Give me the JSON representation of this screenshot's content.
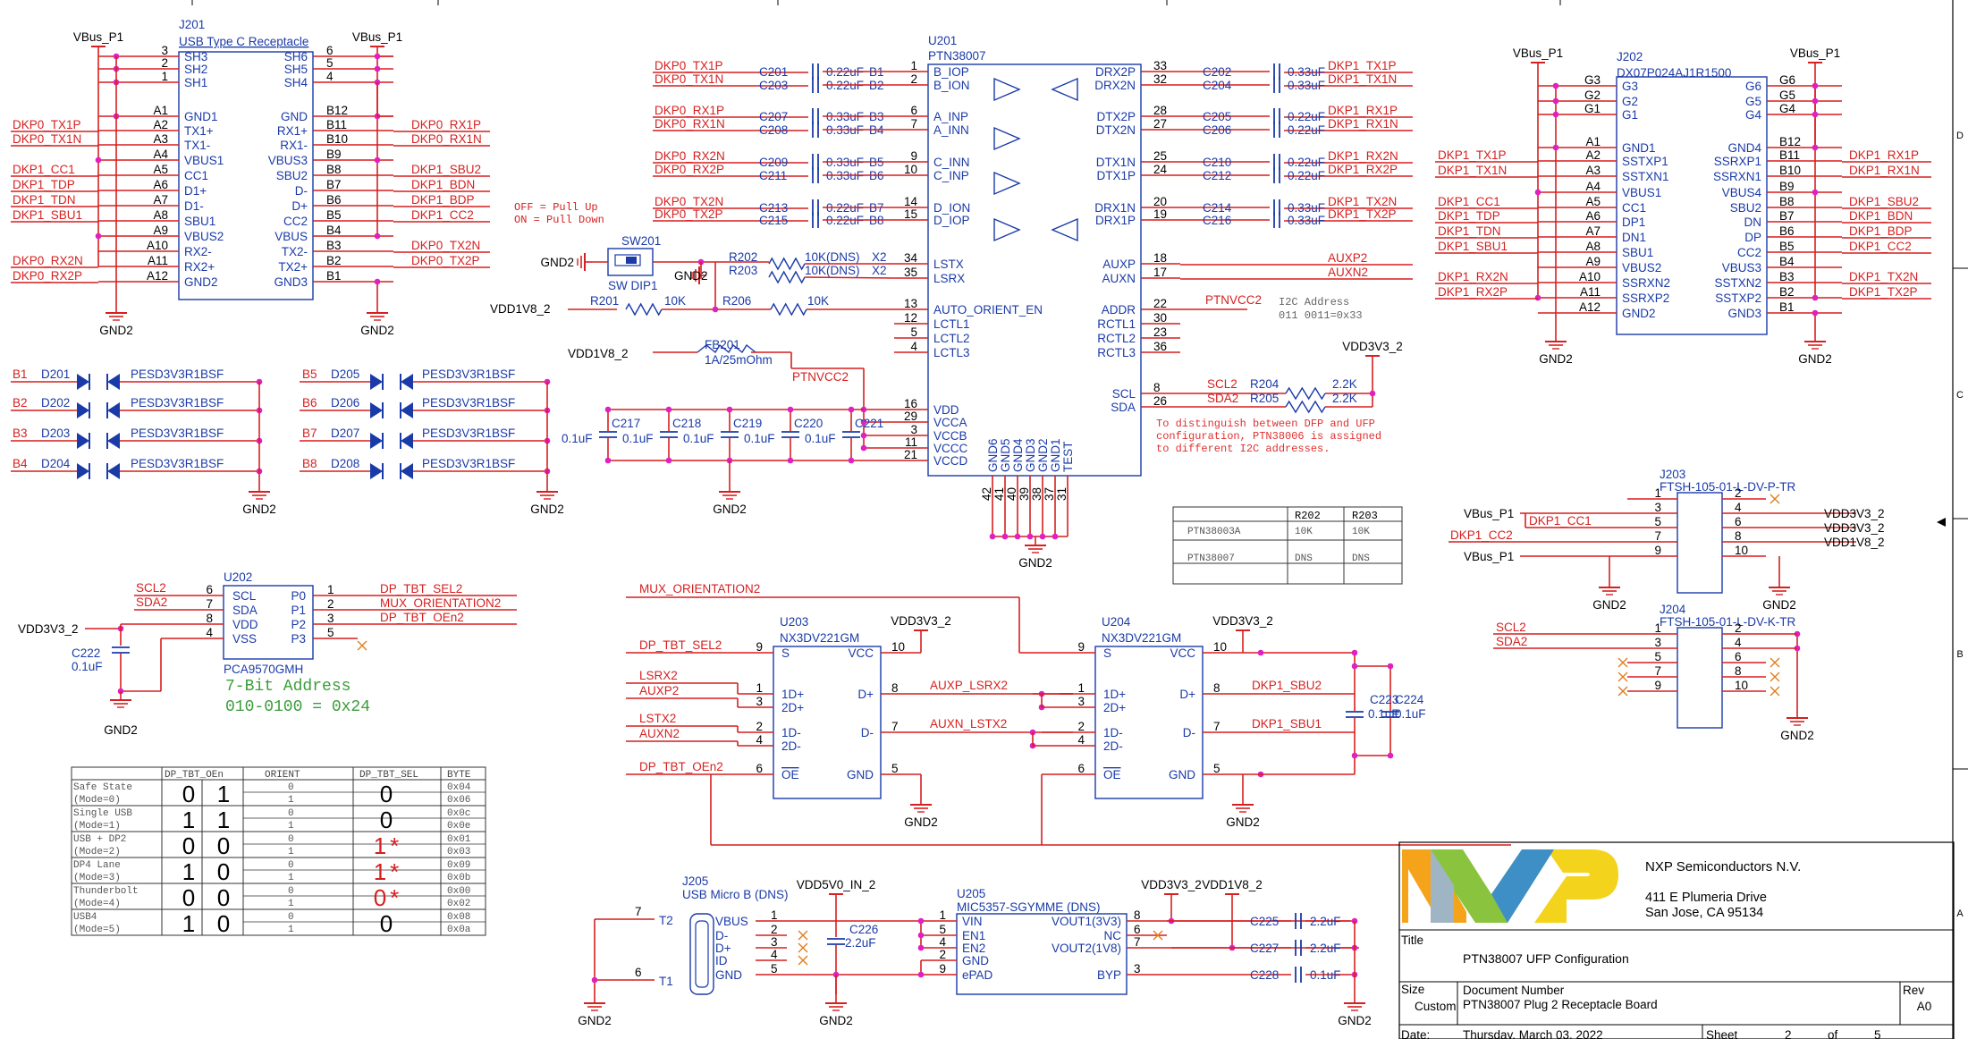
{
  "title_block": {
    "company": "NXP Semiconductors N.V.",
    "address1": "411 E Plumeria Drive",
    "address2": "San Jose, CA 95134",
    "title_label": "Title",
    "title": "PTN38007 UFP Configuration",
    "size_label": "Size",
    "size": "Custom",
    "docnum_label": "Document Number",
    "docnum": "PTN38007 Plug 2 Receptacle Board",
    "rev_label": "Rev",
    "rev": "A0",
    "date_label": "Date:",
    "date": "Thursday, March 03, 2022",
    "sheet_label": "Sheet",
    "sheet": "2",
    "of_label": "of",
    "sheets": "5"
  },
  "border_letters": [
    "D",
    "C",
    "B",
    "A"
  ],
  "j201": {
    "ref": "J201",
    "name": "USB Type C Receptacle",
    "left_pins": [
      {
        "num": "3",
        "name": "SH3"
      },
      {
        "num": "2",
        "name": "SH2"
      },
      {
        "num": "1",
        "name": "SH1"
      },
      {
        "num": "A1",
        "name": "GND1"
      },
      {
        "num": "A2",
        "name": "TX1+"
      },
      {
        "num": "A3",
        "name": "TX1-"
      },
      {
        "num": "A4",
        "name": "VBUS1"
      },
      {
        "num": "A5",
        "name": "CC1"
      },
      {
        "num": "A6",
        "name": "D1+"
      },
      {
        "num": "A7",
        "name": "D1-"
      },
      {
        "num": "A8",
        "name": "SBU1"
      },
      {
        "num": "A9",
        "name": "VBUS2"
      },
      {
        "num": "A10",
        "name": "RX2-"
      },
      {
        "num": "A11",
        "name": "RX2+"
      },
      {
        "num": "A12",
        "name": "GND2"
      }
    ],
    "right_pins": [
      {
        "num": "6",
        "name": "SH6"
      },
      {
        "num": "5",
        "name": "SH5"
      },
      {
        "num": "4",
        "name": "SH4"
      },
      {
        "num": "B12",
        "name": "GND"
      },
      {
        "num": "B11",
        "name": "RX1+"
      },
      {
        "num": "B10",
        "name": "RX1-"
      },
      {
        "num": "B9",
        "name": "VBUS3"
      },
      {
        "num": "B8",
        "name": "SBU2"
      },
      {
        "num": "B7",
        "name": "D-"
      },
      {
        "num": "B6",
        "name": "D+"
      },
      {
        "num": "B5",
        "name": "CC2"
      },
      {
        "num": "B4",
        "name": "VBUS"
      },
      {
        "num": "B3",
        "name": "TX2-"
      },
      {
        "num": "B2",
        "name": "TX2+"
      },
      {
        "num": "B1",
        "name": "GND3"
      }
    ],
    "left_nets": [
      "DKP0_TX1P",
      "DKP0_TX1N",
      "DKP1_CC1",
      "DKP1_TDP",
      "DKP1_TDN",
      "DKP1_SBU1",
      "DKP0_RX2N",
      "DKP0_RX2P"
    ],
    "right_nets": [
      "DKP0_RX1P",
      "DKP0_RX1N",
      "DKP1_SBU2",
      "DKP1_BDN",
      "DKP1_BDP",
      "DKP1_CC2",
      "DKP0_TX2N",
      "DKP0_TX2P"
    ],
    "vbus_left": "VBus_P1",
    "vbus_right": "VBus_P1",
    "gnd": "GND2"
  },
  "j202": {
    "ref": "J202",
    "name": "DX07P024AJ1R1500",
    "left_pins": [
      {
        "num": "G3",
        "name": "G3"
      },
      {
        "num": "G2",
        "name": "G2"
      },
      {
        "num": "G1",
        "name": "G1"
      },
      {
        "num": "A1",
        "name": "GND1"
      },
      {
        "num": "A2",
        "name": "SSTXP1"
      },
      {
        "num": "A3",
        "name": "SSTXN1"
      },
      {
        "num": "A4",
        "name": "VBUS1"
      },
      {
        "num": "A5",
        "name": "CC1"
      },
      {
        "num": "A6",
        "name": "DP1"
      },
      {
        "num": "A7",
        "name": "DN1"
      },
      {
        "num": "A8",
        "name": "SBU1"
      },
      {
        "num": "A9",
        "name": "VBUS2"
      },
      {
        "num": "A10",
        "name": "SSRXN2"
      },
      {
        "num": "A11",
        "name": "SSRXP2"
      },
      {
        "num": "A12",
        "name": "GND2"
      }
    ],
    "right_pins": [
      {
        "num": "G6",
        "name": "G6"
      },
      {
        "num": "G5",
        "name": "G5"
      },
      {
        "num": "G4",
        "name": "G4"
      },
      {
        "num": "B12",
        "name": "GND4"
      },
      {
        "num": "B11",
        "name": "SSRXP1"
      },
      {
        "num": "B10",
        "name": "SSRXN1"
      },
      {
        "num": "B9",
        "name": "VBUS4"
      },
      {
        "num": "B8",
        "name": "SBU2"
      },
      {
        "num": "B7",
        "name": "DN"
      },
      {
        "num": "B6",
        "name": "DP"
      },
      {
        "num": "B5",
        "name": "CC2"
      },
      {
        "num": "B4",
        "name": "VBUS3"
      },
      {
        "num": "B3",
        "name": "SSTXN2"
      },
      {
        "num": "B2",
        "name": "SSTXP2"
      },
      {
        "num": "B1",
        "name": "GND3"
      }
    ],
    "left_nets": [
      "DKP1_TX1P",
      "DKP1_TX1N",
      "DKP1_CC1",
      "DKP1_TDP",
      "DKP1_TDN",
      "DKP1_SBU1",
      "DKP1_RX2N",
      "DKP1_RX2P"
    ],
    "right_nets": [
      "DKP1_RX1P",
      "DKP1_RX1N",
      "DKP1_SBU2",
      "DKP1_BDN",
      "DKP1_BDP",
      "DKP1_CC2",
      "DKP1_TX2N",
      "DKP1_TX2P"
    ],
    "vbus_left": "VBus_P1",
    "vbus_right": "VBus_P1",
    "gnd": "GND2"
  },
  "u201": {
    "ref": "U201",
    "name": "PTN38007",
    "left_pins": [
      {
        "num": "1",
        "name": "B_IOP"
      },
      {
        "num": "2",
        "name": "B_ION"
      },
      {
        "num": "6",
        "name": "A_INP"
      },
      {
        "num": "7",
        "name": "A_INN"
      },
      {
        "num": "9",
        "name": "C_INN"
      },
      {
        "num": "10",
        "name": "C_INP"
      },
      {
        "num": "14",
        "name": "D_ION"
      },
      {
        "num": "15",
        "name": "D_IOP"
      },
      {
        "num": "34",
        "name": "LSTX"
      },
      {
        "num": "35",
        "name": "LSRX"
      },
      {
        "num": "13",
        "name": "AUTO_ORIENT_EN"
      },
      {
        "num": "12",
        "name": "LCTL1"
      },
      {
        "num": "5",
        "name": "LCTL2"
      },
      {
        "num": "4",
        "name": "LCTL3"
      },
      {
        "num": "16",
        "name": "VDD"
      },
      {
        "num": "29",
        "name": "VCCA"
      },
      {
        "num": "3",
        "name": "VCCB"
      },
      {
        "num": "11",
        "name": "VCCC"
      },
      {
        "num": "21",
        "name": "VCCD"
      }
    ],
    "right_pins": [
      {
        "num": "33",
        "name": "DRX2P"
      },
      {
        "num": "32",
        "name": "DRX2N"
      },
      {
        "num": "28",
        "name": "DTX2P"
      },
      {
        "num": "27",
        "name": "DTX2N"
      },
      {
        "num": "25",
        "name": "DTX1N"
      },
      {
        "num": "24",
        "name": "DTX1P"
      },
      {
        "num": "20",
        "name": "DRX1N"
      },
      {
        "num": "19",
        "name": "DRX1P"
      },
      {
        "num": "18",
        "name": "AUXP"
      },
      {
        "num": "17",
        "name": "AUXN"
      },
      {
        "num": "22",
        "name": "ADDR"
      },
      {
        "num": "30",
        "name": "RCTL1"
      },
      {
        "num": "23",
        "name": "RCTL2"
      },
      {
        "num": "36",
        "name": "RCTL3"
      },
      {
        "num": "8",
        "name": "SCL"
      },
      {
        "num": "26",
        "name": "SDA"
      }
    ],
    "bottom_pins": [
      {
        "num": "42",
        "name": "GND6"
      },
      {
        "num": "41",
        "name": "GND5"
      },
      {
        "num": "40",
        "name": "GND4"
      },
      {
        "num": "39",
        "name": "GND3"
      },
      {
        "num": "38",
        "name": "GND2"
      },
      {
        "num": "37",
        "name": "GND1"
      },
      {
        "num": "31",
        "name": "TEST"
      }
    ],
    "left_caps": [
      {
        "net": "DKP0_TX1P",
        "ref": "C201",
        "val": "0.22uF",
        "pin": "B1"
      },
      {
        "net": "DKP0_TX1N",
        "ref": "C203",
        "val": "0.22uF",
        "pin": "B2"
      },
      {
        "net": "DKP0_RX1P",
        "ref": "C207",
        "val": "0.33uF",
        "pin": "B3"
      },
      {
        "net": "DKP0_RX1N",
        "ref": "C208",
        "val": "0.33uF",
        "pin": "B4"
      },
      {
        "net": "DKP0_RX2N",
        "ref": "C209",
        "val": "0.33uF",
        "pin": "B5"
      },
      {
        "net": "DKP0_RX2P",
        "ref": "C211",
        "val": "0.33uF",
        "pin": "B6"
      },
      {
        "net": "DKP0_TX2N",
        "ref": "C213",
        "val": "0.22uF",
        "pin": "B7"
      },
      {
        "net": "DKP0_TX2P",
        "ref": "C215",
        "val": "0.22uF",
        "pin": "B8"
      }
    ],
    "right_caps": [
      {
        "net": "DKP1_TX1P",
        "ref": "C202",
        "val": "0.33uF"
      },
      {
        "net": "DKP1_TX1N",
        "ref": "C204",
        "val": "0.33uF"
      },
      {
        "net": "DKP1_RX1P",
        "ref": "C205",
        "val": "0.22uF"
      },
      {
        "net": "DKP1_RX1N",
        "ref": "C206",
        "val": "0.22uF"
      },
      {
        "net": "DKP1_RX2N",
        "ref": "C210",
        "val": "0.22uF"
      },
      {
        "net": "DKP1_RX2P",
        "ref": "C212",
        "val": "0.22uF"
      },
      {
        "net": "DKP1_TX2N",
        "ref": "C214",
        "val": "0.33uF"
      },
      {
        "net": "DKP1_TX2P",
        "ref": "C216",
        "val": "0.33uF"
      }
    ],
    "aux_nets": [
      "AUXP2",
      "AUXN2"
    ],
    "ptnvcc2": "PTNVCC2",
    "i2c_note": [
      "I2C Address",
      "011 0011=0x33"
    ],
    "scl": {
      "net": "SCL2",
      "ref": "R204",
      "val": "2.2K"
    },
    "sda": {
      "net": "SDA2",
      "ref": "R205",
      "val": "2.2K"
    },
    "vdd3v3": "VDD3V3_2",
    "note": [
      "To distinguish between DFP and UFP",
      "configuration, PTN38006 is assigned",
      "to different I2C addresses."
    ],
    "gnd": "GND2"
  },
  "switch": {
    "ref": "SW201",
    "name": "SW DIP1",
    "note": [
      "OFF = Pull Up",
      "ON = Pull Down"
    ],
    "gnd": "GND2",
    "gnd2": "GND2"
  },
  "resistors": [
    {
      "ref": "R202",
      "val": "10K(DNS)",
      "pin": "X2"
    },
    {
      "ref": "R203",
      "val": "10K(DNS)",
      "pin": "X2"
    },
    {
      "ref": "R201",
      "val": "10K"
    },
    {
      "ref": "R206",
      "val": "10K"
    }
  ],
  "vdd1v8": "VDD1V8_2",
  "fb": {
    "ref": "FB201",
    "val": "1A/25mOhm",
    "net": "VDD1V8_2"
  },
  "decaps": [
    {
      "ref": "C217",
      "val": "0.1uF"
    },
    {
      "ref": "C218",
      "val": "0.1uF"
    },
    {
      "ref": "C219",
      "val": "0.1uF"
    },
    {
      "ref": "C220",
      "val": "0.1uF"
    },
    {
      "ref": "C221",
      "val": "0.1uF"
    }
  ],
  "decap_gnd": "GND2",
  "esd": {
    "part": "PESD3V3R1BSF",
    "left": [
      {
        "pin": "B1",
        "ref": "D201"
      },
      {
        "pin": "B2",
        "ref": "D202"
      },
      {
        "pin": "B3",
        "ref": "D203"
      },
      {
        "pin": "B4",
        "ref": "D204"
      }
    ],
    "right": [
      {
        "pin": "B5",
        "ref": "D205"
      },
      {
        "pin": "B6",
        "ref": "D206"
      },
      {
        "pin": "B7",
        "ref": "D207"
      },
      {
        "pin": "B8",
        "ref": "D208"
      }
    ],
    "gnd": "GND2"
  },
  "addr_table": {
    "headers": [
      "",
      "R202",
      "R203"
    ],
    "rows": [
      [
        "PTN38003A",
        "10K",
        "10K"
      ],
      [
        "PTN38007",
        "DNS",
        "DNS"
      ]
    ]
  },
  "u202": {
    "ref": "U202",
    "name": "PCA9570GMH",
    "left_pins": [
      {
        "num": "6",
        "name": "SCL"
      },
      {
        "num": "7",
        "name": "SDA"
      },
      {
        "num": "8",
        "name": "VDD"
      },
      {
        "num": "4",
        "name": "VSS"
      }
    ],
    "right_pins": [
      {
        "num": "1",
        "name": "P0"
      },
      {
        "num": "2",
        "name": "P1"
      },
      {
        "num": "3",
        "name": "P2"
      },
      {
        "num": "5",
        "name": "P3"
      }
    ],
    "left_nets": [
      "SCL2",
      "SDA2"
    ],
    "right_nets": [
      "DP_TBT_SEL2",
      "MUX_ORIENTATION2",
      "DP_TBT_OEn2"
    ],
    "vdd": "VDD3V3_2",
    "cap": {
      "ref": "C222",
      "val": "0.1uF"
    },
    "gnd": "GND2",
    "addr_note": [
      "7-Bit Address",
      "010-0100 = 0x24"
    ]
  },
  "mode_table": {
    "headers": [
      "",
      "DP_TBT_OEn",
      "ORIENT",
      "DP_TBT_SEL",
      "BYTE"
    ],
    "rows": [
      {
        "mode": [
          "Safe State",
          "(Mode=0)"
        ],
        "b1": "0",
        "b2": "1",
        "orient": [
          "0",
          "1"
        ],
        "sel": "0",
        "byte": [
          "0x04",
          "0x06"
        ]
      },
      {
        "mode": [
          "Single USB",
          "(Mode=1)"
        ],
        "b1": "1",
        "b2": "1",
        "orient": [
          "0",
          "1"
        ],
        "sel": "0",
        "byte": [
          "0x0c",
          "0x0e"
        ]
      },
      {
        "mode": [
          "USB + DP2",
          "(Mode=2)"
        ],
        "b1": "0",
        "b2": "0",
        "orient": [
          "0",
          "1"
        ],
        "sel": "1*",
        "byte": [
          "0x01",
          "0x03"
        ]
      },
      {
        "mode": [
          "DP4 Lane",
          "(Mode=3)"
        ],
        "b1": "1",
        "b2": "0",
        "orient": [
          "0",
          "1"
        ],
        "sel": "1*",
        "byte": [
          "0x09",
          "0x0b"
        ]
      },
      {
        "mode": [
          "Thunderbolt",
          "(Mode=4)"
        ],
        "b1": "0",
        "b2": "0",
        "orient": [
          "0",
          "1"
        ],
        "sel": "0*",
        "byte": [
          "0x00",
          "0x02"
        ]
      },
      {
        "mode": [
          "USB4",
          "(Mode=5)"
        ],
        "b1": "1",
        "b2": "0",
        "orient": [
          "0",
          "1"
        ],
        "sel": "0",
        "byte": [
          "0x08",
          "0x0a"
        ]
      }
    ]
  },
  "u203": {
    "ref": "U203",
    "name": "NX3DV221GM",
    "left_pins": [
      {
        "num": "9",
        "name": "S"
      },
      {
        "num": "1",
        "name": "1D+"
      },
      {
        "num": "3",
        "name": "2D+"
      },
      {
        "num": "2",
        "name": "1D-"
      },
      {
        "num": "4",
        "name": "2D-"
      },
      {
        "num": "6",
        "name": "OE"
      }
    ],
    "right_pins": [
      {
        "num": "10",
        "name": "VCC"
      },
      {
        "num": "8",
        "name": "D+"
      },
      {
        "num": "7",
        "name": "D-"
      },
      {
        "num": "5",
        "name": "GND"
      }
    ],
    "left_nets": [
      "DP_TBT_SEL2",
      "LSRX2",
      "AUXP2",
      "LSTX2",
      "AUXN2",
      "DP_TBT_OEn2"
    ],
    "right_nets": [
      "AUXP_LSRX2",
      "AUXN_LSTX2"
    ],
    "vcc": "VDD3V3_2",
    "gnd": "GND2"
  },
  "u204": {
    "ref": "U204",
    "name": "NX3DV221GM",
    "left_pins": [
      {
        "num": "9",
        "name": "S"
      },
      {
        "num": "1",
        "name": "1D+"
      },
      {
        "num": "3",
        "name": "2D+"
      },
      {
        "num": "2",
        "name": "1D-"
      },
      {
        "num": "4",
        "name": "2D-"
      },
      {
        "num": "6",
        "name": "OE"
      }
    ],
    "right_pins": [
      {
        "num": "10",
        "name": "VCC"
      },
      {
        "num": "8",
        "name": "D+"
      },
      {
        "num": "7",
        "name": "D-"
      },
      {
        "num": "5",
        "name": "GND"
      }
    ],
    "right_nets": [
      "DKP1_SBU2",
      "DKP1_SBU1"
    ],
    "vcc": "VDD3V3_2",
    "gnd": "GND2"
  },
  "mux_net": "MUX_ORIENTATION2",
  "u204_caps": [
    {
      "ref": "C223",
      "val": "0.1uF"
    },
    {
      "ref": "C224",
      "val": "0.1uF"
    }
  ],
  "j203": {
    "ref": "J203",
    "name": "FTSH-105-01-L-DV-P-TR",
    "left": [
      {
        "num": "1",
        "net": ""
      },
      {
        "num": "3",
        "net": "VBus_P1"
      },
      {
        "num": "5",
        "net": "DKP1_CC1"
      },
      {
        "num": "7",
        "net": "DKP1_CC2"
      },
      {
        "num": "9",
        "net": "VBus_P1"
      }
    ],
    "right": [
      {
        "num": "2",
        "net": ""
      },
      {
        "num": "4",
        "net": "VDD3V3_2"
      },
      {
        "num": "6",
        "net": "VDD3V3_2"
      },
      {
        "num": "8",
        "net": "VDD1V8_2"
      },
      {
        "num": "10",
        "net": ""
      }
    ],
    "gnd": "GND2"
  },
  "j204": {
    "ref": "J204",
    "name": "FTSH-105-01-L-DV-K-TR",
    "left": [
      {
        "num": "1",
        "net": "SCL2"
      },
      {
        "num": "3",
        "net": "SDA2"
      },
      {
        "num": "5",
        "net": ""
      },
      {
        "num": "7",
        "net": ""
      },
      {
        "num": "9",
        "net": ""
      }
    ],
    "right": [
      {
        "num": "2",
        "net": ""
      },
      {
        "num": "4",
        "net": ""
      },
      {
        "num": "6",
        "net": ""
      },
      {
        "num": "8",
        "net": ""
      },
      {
        "num": "10",
        "net": ""
      }
    ],
    "gnd": "GND2"
  },
  "j205": {
    "ref": "J205",
    "name": "USB Micro B (DNS)",
    "pins": [
      {
        "num": "1",
        "name": "VBUS"
      },
      {
        "num": "2",
        "name": "D-"
      },
      {
        "num": "3",
        "name": "D+"
      },
      {
        "num": "4",
        "name": "ID"
      },
      {
        "num": "5",
        "name": "GND"
      }
    ],
    "t2": "T2",
    "t1": "T1",
    "t2num": "7",
    "t1num": "6",
    "gnd": "GND2"
  },
  "u205": {
    "ref": "U205",
    "name": "MIC5357-SGYMME (DNS)",
    "left_pins": [
      {
        "num": "1",
        "name": "VIN"
      },
      {
        "num": "5",
        "name": "EN1"
      },
      {
        "num": "4",
        "name": "EN2"
      },
      {
        "num": "2",
        "name": "GND"
      },
      {
        "num": "9",
        "name": "ePAD"
      }
    ],
    "right_pins": [
      {
        "num": "8",
        "name": "VOUT1(3V3)"
      },
      {
        "num": "6",
        "name": "NC"
      },
      {
        "num": "7",
        "name": "VOUT2(1V8)"
      },
      {
        "num": "3",
        "name": "BYP"
      }
    ],
    "vin": "VDD5V0_IN_2",
    "vout1": "VDD3V3_2",
    "vout2": "VDD1V8_2",
    "gnd": "GND2",
    "cin": {
      "ref": "C226",
      "val": "2.2uF"
    },
    "caps": [
      {
        "ref": "C225",
        "val": "2.2uF"
      },
      {
        "ref": "C227",
        "val": "2.2uF"
      },
      {
        "ref": "C228",
        "val": "0.1uF"
      }
    ]
  },
  "colors": {
    "wire": "#d61f1f",
    "component": "#1a3aa8",
    "dot": "#e020c0",
    "note": "#3a9d3a"
  }
}
